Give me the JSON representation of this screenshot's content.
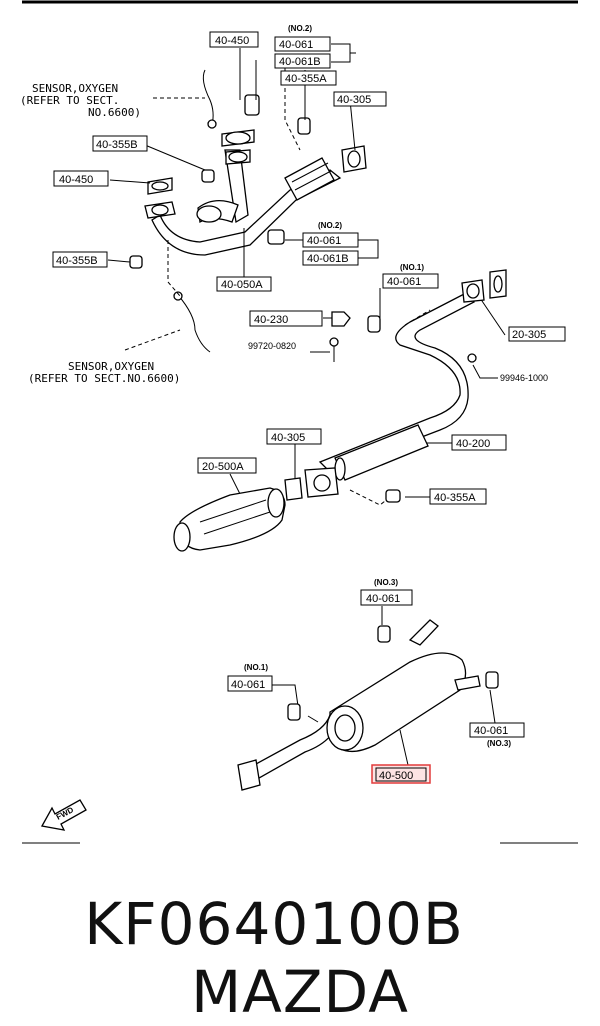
{
  "labels": {
    "l40450top": "40-450",
    "no2a": "(NO.2)",
    "l40061a": "40-061",
    "l40061b_a": "40-061B",
    "l40355a_top": "40-355A",
    "l40305_top": "40-305",
    "sensor1_a": "SENSOR,OXYGEN",
    "sensor1_b": "(REFER TO SECT.",
    "sensor1_c": "NO.6600)",
    "l40355b_a": "40-355B",
    "l40450_left": "40-450",
    "no2b": "(NO.2)",
    "l40061_mid": "40-061",
    "l40061b_mid": "40-061B",
    "l40355b_b": "40-355B",
    "l40050a": "40-050A",
    "no1a": "(NO.1)",
    "l40061_c": "40-061",
    "l40230": "40-230",
    "l20305": "20-305",
    "bolt": "99720-0820",
    "nut": "99946-1000",
    "sensor2_a": "SENSOR,OXYGEN",
    "sensor2_b": "(REFER TO SECT.NO.6600)",
    "l40305_mid": "40-305",
    "l40200": "40-200",
    "l20500a": "20-500A",
    "l40355a_mid": "40-355A",
    "no3a": "(NO.3)",
    "l40061_d": "40-061",
    "no1b": "(NO.1)",
    "l40061_e": "40-061",
    "l40061_f": "40-061",
    "no3b": "(NO.3)",
    "l40500": "40-500",
    "fwd": "FWD"
  },
  "caption": {
    "part_number": "KF0640100B",
    "brand": "MAZDA"
  },
  "colors": {
    "highlight": "#e23b3b",
    "ink": "#000000"
  }
}
